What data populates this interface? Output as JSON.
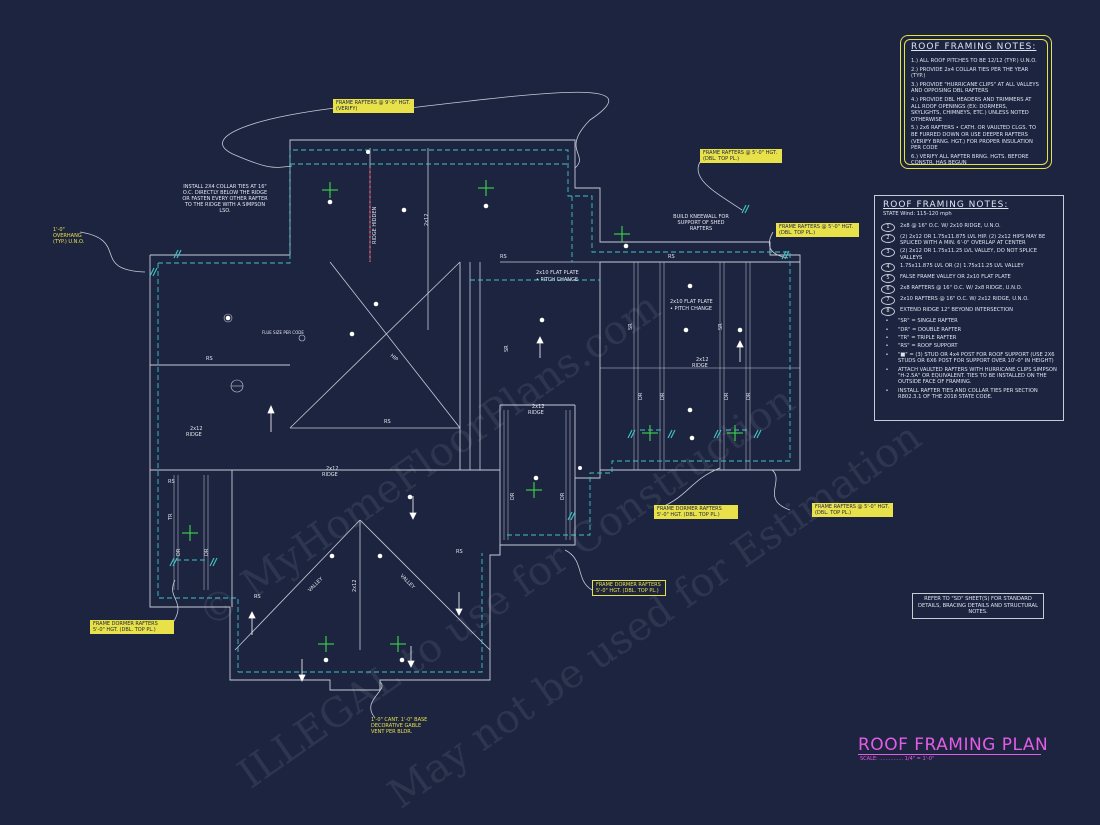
{
  "roof_notes": {
    "title": "ROOF FRAMING NOTES:",
    "items": [
      "1.) ALL ROOF PITCHES TO BE 12/12 (TYP.) U.N.O.",
      "2.) PROVIDE 2x4 COLLAR TIES PER THE YEAR (TYP.)",
      "3.) PROVIDE \"HURRICANE CLIPS\" AT ALL VALLEYS AND OPPOSING DBL RAFTERS",
      "4.) PROVIDE DBL HEADERS AND TRIMMERS AT ALL ROOF OPENINGS (EX: DORMERS, SKYLIGHTS, CHIMNEYS, ETC.) UNLESS NOTED OTHERWISE",
      "5.) 2x6 RAFTERS • CATH. OR VAULTED CLGS. TO BE FURRED DOWN OR USE DEEPER RAFTERS (VERIFY BRNG. HGT.) FOR PROPER INSULATION PER CODE",
      "6.) VERIFY ALL RAFTER BRNG. HGTS. BEFORE CONSTR. HAS BEGUN"
    ]
  },
  "framing_notes": {
    "title": "ROOF FRAMING NOTES:",
    "subtitle": "STATE Wind: 115-120 mph",
    "items": [
      {
        "key": "1",
        "text": "2x8 @ 16\" O.C. W/ 2x10 RIDGE, U.N.O."
      },
      {
        "key": "2",
        "text": "(2) 2x12 OR 1.75x11.875 LVL HIP. (2) 2x12 HIPS MAY BE SPLICED WITH A MIN. 6'-0\" OVERLAP AT CENTER"
      },
      {
        "key": "3",
        "text": "(2) 2x12 OR 1.75x11.25 LVL VALLEY, DO NOT SPLICE VALLEYS"
      },
      {
        "key": "4",
        "text": "1.75x11.875 LVL OR (2) 1.75x11.25 LVL VALLEY"
      },
      {
        "key": "5",
        "text": "FALSE FRAME VALLEY OR 2x10 FLAT PLATE"
      },
      {
        "key": "6",
        "text": "2x8 RAFTERS @ 16\" O.C. W/ 2x8 RIDGE, U.N.O."
      },
      {
        "key": "7",
        "text": "2x10 RAFTERS @ 16\" O.C. W/ 2x12 RIDGE, U.N.O."
      },
      {
        "key": "8",
        "text": "EXTEND RIDGE 12\" BEYOND INTERSECTION"
      },
      {
        "key": "•",
        "text": "\"SR\" = SINGLE RAFTER"
      },
      {
        "key": "•",
        "text": "\"DR\" = DOUBLE RAFTER"
      },
      {
        "key": "•",
        "text": "\"TR\" = TRIPLE RAFTER"
      },
      {
        "key": "•",
        "text": "\"RS\" = ROOF SUPPORT"
      },
      {
        "key": "•",
        "text": "\"■\" = (3) STUD OR 4x4 POST FOR ROOF SUPPORT (USE 2X6 STUDS OR 6X6 POST FOR SUPPORT OVER 10'-0\" IN HEIGHT)"
      },
      {
        "key": "•",
        "text": "ATTACH VAULTED RAFTERS WITH HURRICANE CLIPS SIMPSON \"H-2.5A\" OR EQUIVALENT. TIES TO BE INSTALLED ON THE OUTSIDE FACE OF FRAMING."
      },
      {
        "key": "•",
        "text": "INSTALL RAFTER TIES AND COLLAR TIES PER SECTION R802.3.1 OF THE 2018 STATE CODE."
      }
    ]
  },
  "reference_note": "REFER TO \"SD\" SHEET(S) FOR STANDARD DETAILS, BRACING DETAILS AND STRUCTURAL NOTES.",
  "plan_title": "ROOF FRAMING PLAN",
  "plan_scale": "SCALE: ............... 1/4\" = 1'-0\"",
  "tags": {
    "frame_rafters_top": "FRAME RAFTERS @ 9'-0\" HGT. (VERIFY)",
    "frame_rafters_mid": "FRAME RAFTERS @ 5'-0\" HGT. (DBL. TOP PL.)",
    "frame_rafters_right": "FRAME RAFTERS @ 5'-0\" HGT. (DBL. TOP PL.)",
    "frame_rafters_lower_right": "FRAME RAFTERS @ 5'-0\" HGT. (DBL. TOP PL.)",
    "frame_dormer_center": "FRAME DORMER RAFTERS 5'-0\" HGT. (DBL. TOP PL.)",
    "frame_dormer_lower": "FRAME DORMER RAFTERS 5'-0\" HGT. (DBL. TOP PL.)",
    "frame_dormer_left": "FRAME DORMER RAFTERS 5'-0\" HGT. (DBL. TOP PL.)",
    "overhang": "1'-0\" OVERHANG (TYP.) U.N.O.",
    "gable_vent": "1'-0\" CANT. 1'-0\" BASE DECORATIVE GABLE VENT PER BLDR."
  },
  "labels": {
    "collar_ties": "INSTALL 2X4 COLLAR TIES AT 16\" O.C. DIRECTLY BELOW THE RIDGE OR FASTEN EVERY OTHER RAFTER TO THE RIDGE WITH A SIMPSON LSO.",
    "kneewall": "BUILD KNEEWALL FOR SUPPORT OF SHED RAFTERS",
    "flat_plate_1": "2x10 FLAT PLATE",
    "pitch_change_1": "• PITCH CHANGE",
    "flat_plate_2": "2x10 FLAT PLATE",
    "pitch_change_2": "• PITCH CHANGE",
    "flue": "FLUE SIZE PER CODE",
    "ridge": "RIDGE",
    "dim_2x12": "2x12",
    "rs": "RS",
    "sr": "SR",
    "dr": "DR",
    "tr": "TR",
    "valley": "VALLEY",
    "hip": "HIP",
    "ridge_hidden": "RIDGE HIDDEN"
  },
  "watermark": [
    "© MyHomeFloorPlans.com",
    "ILLEGAL to use for Construction",
    "May not be used for Estimation"
  ],
  "colors": {
    "background": "#1d2440",
    "linework": "#c7cbd6",
    "dashed": "#3fc4c4",
    "hidden": "#e2364a",
    "tag_yellow": "#e8e14a",
    "title_magenta": "#e35ce6",
    "dimension_green": "#3ec94a"
  }
}
